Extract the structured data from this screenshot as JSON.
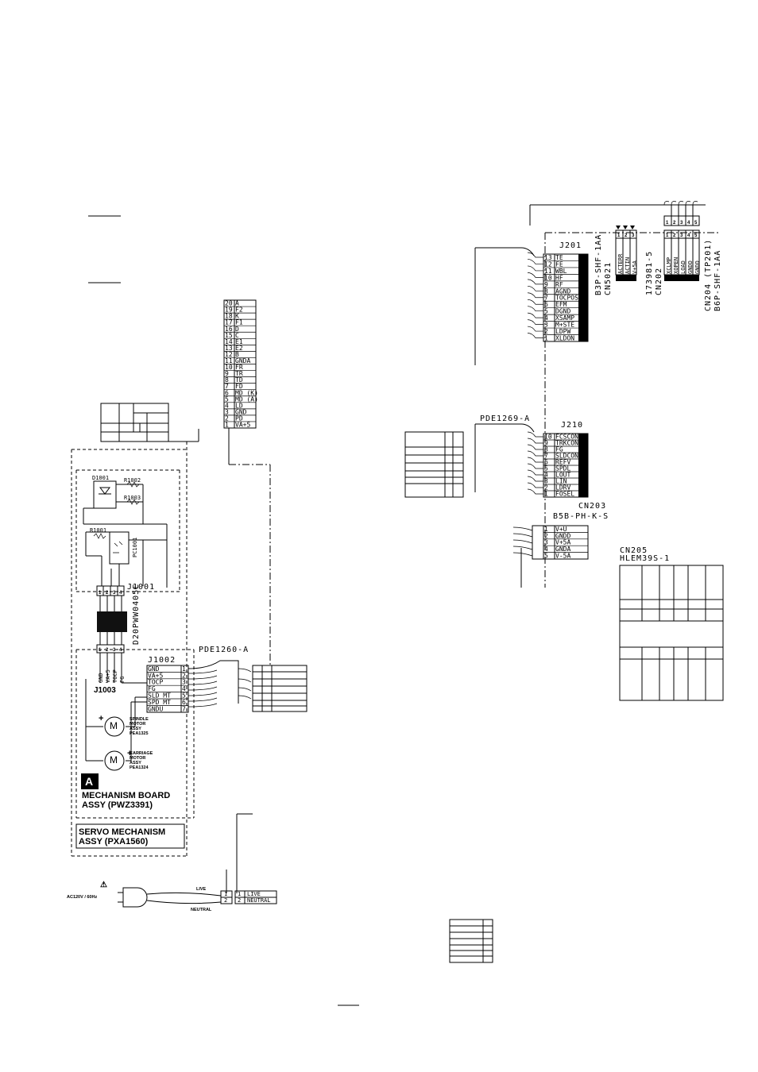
{
  "connectors": {
    "J201": {
      "label": "J201",
      "pins": [
        {
          "n": "13",
          "s": "TE"
        },
        {
          "n": "12",
          "s": "FE"
        },
        {
          "n": "11",
          "s": "WBL"
        },
        {
          "n": "10",
          "s": "HF"
        },
        {
          "n": "9",
          "s": "RF"
        },
        {
          "n": "8",
          "s": "AGND"
        },
        {
          "n": "7",
          "s": "TOCPOS"
        },
        {
          "n": "6",
          "s": "EFM"
        },
        {
          "n": "5",
          "s": "DGND"
        },
        {
          "n": "4",
          "s": "XSAMP"
        },
        {
          "n": "3",
          "s": "M+STE"
        },
        {
          "n": "2",
          "s": "LDPW"
        },
        {
          "n": "1",
          "s": "XLDON"
        }
      ]
    },
    "CN5021": {
      "label": "CN5021",
      "part": "B3P-SHF-1AA",
      "pins": [
        {
          "n": "1",
          "s": "ACTERR"
        },
        {
          "n": "2",
          "s": "ACTIN"
        },
        {
          "n": "3",
          "s": "V+5A"
        }
      ]
    },
    "CN202": {
      "label": "CN202",
      "part": "173981-5",
      "pins": [
        {
          "n": "1",
          "s": "XCLMP"
        },
        {
          "n": "2",
          "s": "XOPEN"
        },
        {
          "n": "3",
          "s": "LOAD"
        },
        {
          "n": "4",
          "s": "GNDD"
        },
        {
          "n": "5",
          "s": "GNDD"
        }
      ]
    },
    "CN204": {
      "label": "CN204 (TP201)",
      "part": "B6P-SHF-1AA"
    },
    "J210": {
      "label": "J210",
      "cable": "PDE1269-A",
      "pins": [
        {
          "n": "10",
          "s": "FCSCON"
        },
        {
          "n": "9",
          "s": "TRKCON"
        },
        {
          "n": "8",
          "s": "FG"
        },
        {
          "n": "7",
          "s": "SLDCON"
        },
        {
          "n": "6",
          "s": "REFV"
        },
        {
          "n": "5",
          "s": "SPDL"
        },
        {
          "n": "4",
          "s": "LOUT"
        },
        {
          "n": "3",
          "s": "LIN"
        },
        {
          "n": "2",
          "s": "LDRV"
        },
        {
          "n": "1",
          "s": "FOSEL"
        }
      ]
    },
    "CN203": {
      "label": "CN203",
      "part": "B5B-PH-K-S",
      "pins": [
        {
          "n": "1",
          "s": "V+U"
        },
        {
          "n": "2",
          "s": "GNDD"
        },
        {
          "n": "3",
          "s": "V+5A"
        },
        {
          "n": "4",
          "s": "GNDA"
        },
        {
          "n": "5",
          "s": "V-5A"
        }
      ]
    },
    "CN205": {
      "label": "CN205",
      "part": "HLEM39S-1"
    },
    "pickup": {
      "pins": [
        {
          "n": "20",
          "s": "A"
        },
        {
          "n": "19",
          "s": "F2"
        },
        {
          "n": "18",
          "s": "K"
        },
        {
          "n": "17",
          "s": "F1"
        },
        {
          "n": "16",
          "s": "D"
        },
        {
          "n": "15",
          "s": "C"
        },
        {
          "n": "14",
          "s": "E1"
        },
        {
          "n": "13",
          "s": "E2"
        },
        {
          "n": "12",
          "s": "B"
        },
        {
          "n": "11",
          "s": "GNDA"
        },
        {
          "n": "10",
          "s": "FR"
        },
        {
          "n": "9",
          "s": "TR"
        },
        {
          "n": "8",
          "s": "TD"
        },
        {
          "n": "7",
          "s": "FD"
        },
        {
          "n": "6",
          "s": "MD (K)"
        },
        {
          "n": "5",
          "s": "MD (A)"
        },
        {
          "n": "4",
          "s": "LD"
        },
        {
          "n": "3",
          "s": "GND"
        },
        {
          "n": "2",
          "s": "PD"
        },
        {
          "n": "1",
          "s": "VA+5"
        }
      ]
    },
    "J1002": {
      "label": "J1002",
      "cable": "PDE1260-A",
      "pins": [
        {
          "n": "1",
          "s": "GND"
        },
        {
          "n": "2",
          "s": "VA+5"
        },
        {
          "n": "3",
          "s": "TOCP"
        },
        {
          "n": "4",
          "s": "FG"
        },
        {
          "n": "5",
          "s": "SLD MT"
        },
        {
          "n": "6",
          "s": "SPD MT"
        },
        {
          "n": "7",
          "s": "GNDU"
        }
      ]
    },
    "J1001": {
      "label": "J1001"
    },
    "J1003": {
      "label": "J1003",
      "pins": [
        "GND",
        "VA+5",
        "TOCP",
        "FG"
      ]
    },
    "flex": {
      "label": "D20PWW0405E"
    }
  },
  "components": {
    "D1001": "D1001",
    "R1002": "R1002",
    "R1003": "R1003",
    "R1001": "R1001",
    "PC1001": "PC1001"
  },
  "motors": {
    "spindle": [
      "SPINDLE",
      "MOTOR",
      "ASSY",
      "PEA1325"
    ],
    "carriage": [
      "CARRIAGE",
      "MOTOR",
      "ASSY",
      "PEA1324"
    ],
    "symbol": "M"
  },
  "boards": {
    "mech_letter": "A",
    "mech_name": [
      "MECHANISM BOARD",
      "ASSY (PWZ3391)"
    ],
    "servo_name": [
      "SERVO MECHANISM",
      "ASSY (PXA1560)"
    ]
  },
  "power": {
    "warning": "⚠",
    "spec": "AC120V / 60Hz",
    "live": "LIVE",
    "neutral": "NEUTRAL",
    "pins": [
      {
        "n": "1",
        "s": "LIVE"
      },
      {
        "n": "2",
        "s": "NEUTRAL"
      }
    ]
  }
}
